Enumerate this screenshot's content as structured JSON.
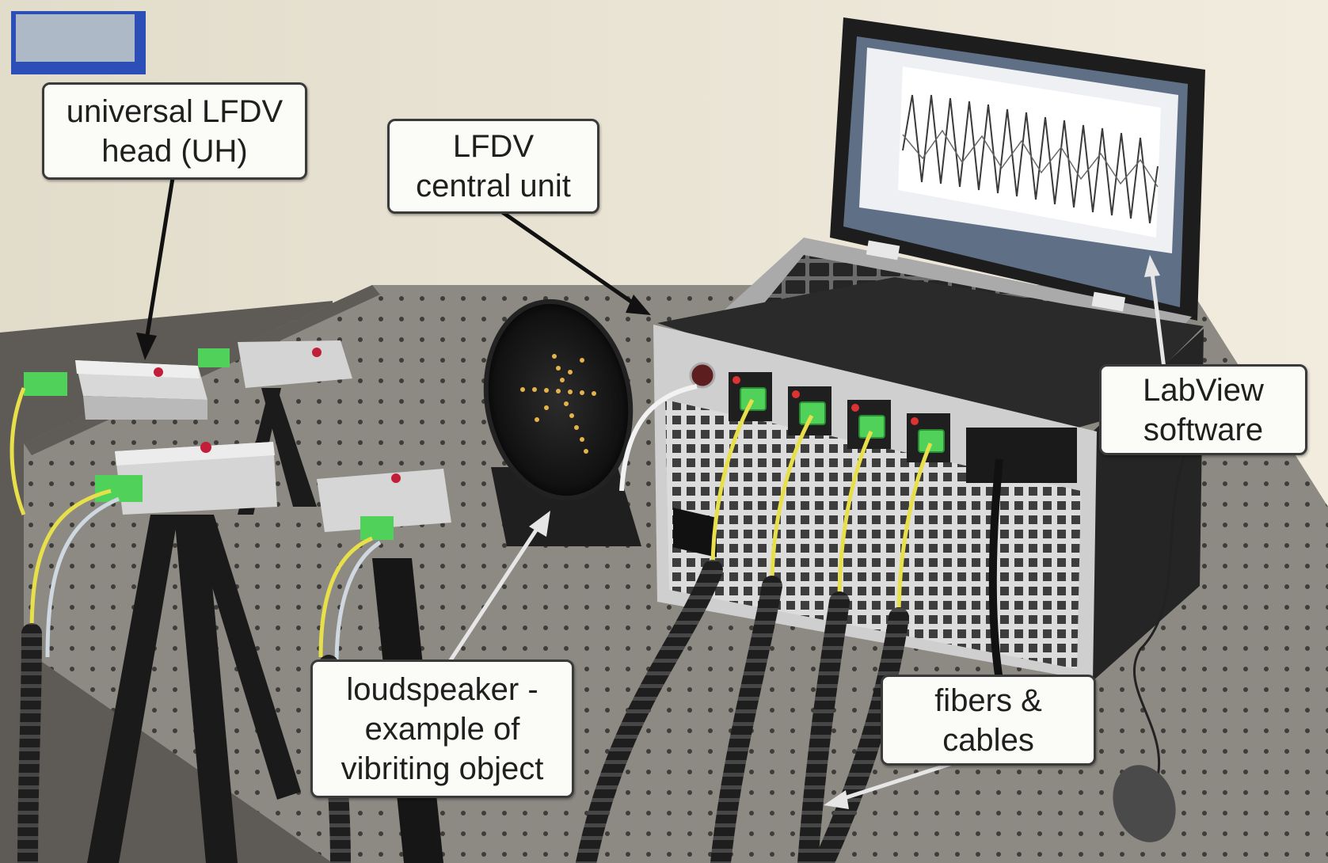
{
  "callouts": {
    "uh": {
      "line1": "universal LFDV",
      "line2": "head (UH)"
    },
    "central": {
      "line1": "LFDV",
      "line2": "central unit"
    },
    "labview": {
      "line1": "LabView",
      "line2": "software"
    },
    "loudspeaker": {
      "line1": "loudspeaker -",
      "line2": "example of",
      "line3": "vibriting object"
    },
    "fibers": {
      "line1": "fibers &",
      "line2": "cables"
    }
  },
  "colors": {
    "wall": "#ece6d6",
    "table": "#8f8c86",
    "callout_bg": "#fbfbf7",
    "arrow_dark": "#111111",
    "arrow_light": "#e6e6e6",
    "connector_green": "#4fd15a",
    "fiber_yellow": "#e8e04a"
  }
}
